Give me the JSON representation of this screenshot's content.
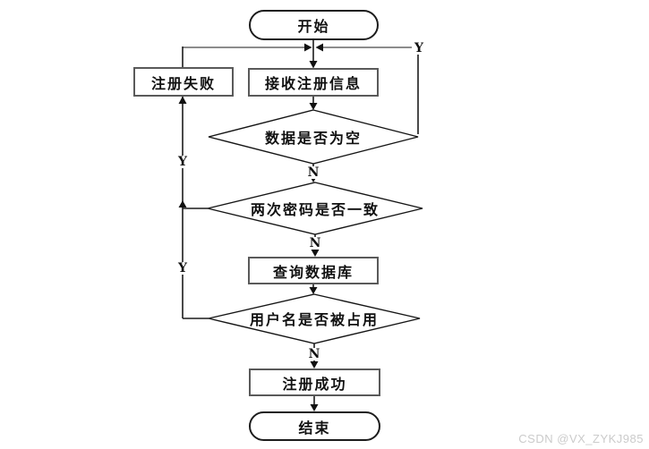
{
  "flowchart": {
    "title": "registration-flowchart",
    "nodes": {
      "start": {
        "type": "terminator",
        "label": "开始"
      },
      "reject": {
        "type": "process",
        "label": "注册失败"
      },
      "receive": {
        "type": "process",
        "label": "接收注册信息"
      },
      "check_empty": {
        "type": "decision",
        "label": "数据是否为空"
      },
      "check_password": {
        "type": "decision",
        "label": "两次密码是否一致"
      },
      "query_db": {
        "type": "process",
        "label": "查询数据库"
      },
      "check_username": {
        "type": "decision",
        "label": "用户名是否被占用"
      },
      "success": {
        "type": "process",
        "label": "注册成功"
      },
      "end": {
        "type": "terminator",
        "label": "结束"
      }
    },
    "edge_labels": {
      "empty_no": "N",
      "password_no": "N",
      "username_no": "N",
      "empty_yes": "Y",
      "password_yes": "Y",
      "username_yes": "Y"
    }
  },
  "colors": {
    "line": "#1c1c1c",
    "connector_gray": "#8c8c8c",
    "process_border": "#5a5a5a",
    "watermark": "#cbcbcb"
  },
  "watermark": {
    "text": "CSDN @VX_ZYKJ985"
  }
}
